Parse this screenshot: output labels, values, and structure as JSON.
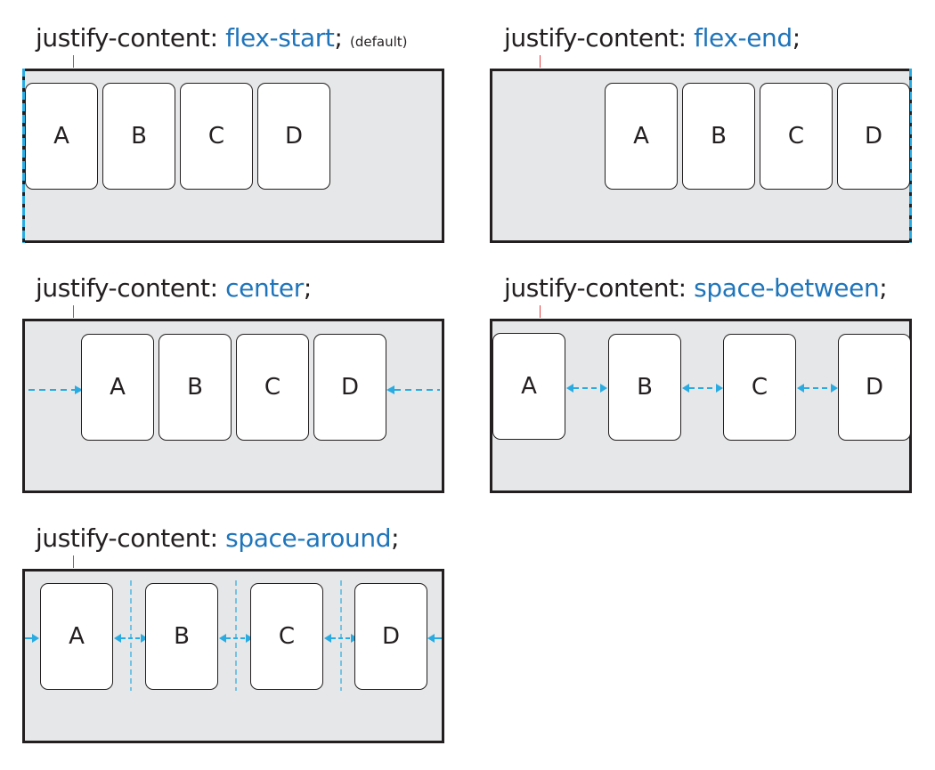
{
  "colors": {
    "property": "#231f20",
    "value": "#1f75bb",
    "container_fill": "#e6e7e8",
    "container_border": "#231f20",
    "guide": "#29abe2",
    "marker": "#e04040"
  },
  "panels": [
    {
      "property": "justify-content:",
      "value": "flex-start",
      "suffix": ";",
      "note": "(default)",
      "items": [
        "A",
        "B",
        "C",
        "D"
      ]
    },
    {
      "property": "justify-content:",
      "value": "flex-end",
      "suffix": ";",
      "note": "",
      "items": [
        "A",
        "B",
        "C",
        "D"
      ]
    },
    {
      "property": "justify-content:",
      "value": "center",
      "suffix": ";",
      "note": "",
      "items": [
        "A",
        "B",
        "C",
        "D"
      ]
    },
    {
      "property": "justify-content:",
      "value": "space-between",
      "suffix": ";",
      "note": "",
      "items": [
        "A",
        "B",
        "C",
        "D"
      ]
    },
    {
      "property": "justify-content:",
      "value": "space-around",
      "suffix": ";",
      "note": "",
      "items": [
        "A",
        "B",
        "C",
        "D"
      ]
    }
  ]
}
